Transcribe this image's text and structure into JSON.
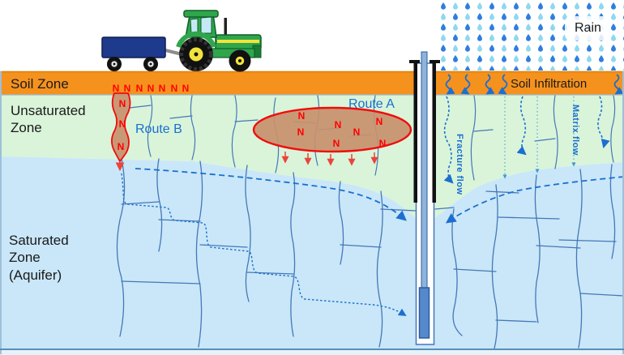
{
  "labels": {
    "soil_zone": "Soil Zone",
    "unsaturated_zone": "Unsaturated Zone",
    "saturated_zone": "Saturated Zone (Aquifer)",
    "route_a": "Route A",
    "route_b": "Route B",
    "rain": "Rain",
    "soil_infiltration": "Soil Infiltration",
    "fracture_flow": "Fracture flow",
    "matrix_flow": "Matrix flow"
  },
  "nitrate": {
    "symbol": "N",
    "surface_row_count": 7,
    "route_a_count": 7,
    "route_b_count": 3
  },
  "colors": {
    "soil_band_orange": "#F5921E",
    "unsaturated_green": "#D9F4D9",
    "saturated_blue": "#C9E7F8",
    "label_blue": "#1B6FD0",
    "nitrate_red": "#FF0000",
    "plume_fill": "#C8906E",
    "plume_outline": "#F10C0C",
    "rain_drop_dark": "#2E7EE0",
    "rain_drop_light": "#8ED8F0",
    "fracture_line": "#4677B8",
    "tractor_green": "#2FA64C",
    "wagon_navy": "#1E3A8C",
    "well_screen_blue": "#5588CC"
  },
  "icons": {
    "tractor": "tractor-icon",
    "wagon": "wagon-icon",
    "well": "well-icon",
    "rain_drops": "rain-drops-icon"
  }
}
